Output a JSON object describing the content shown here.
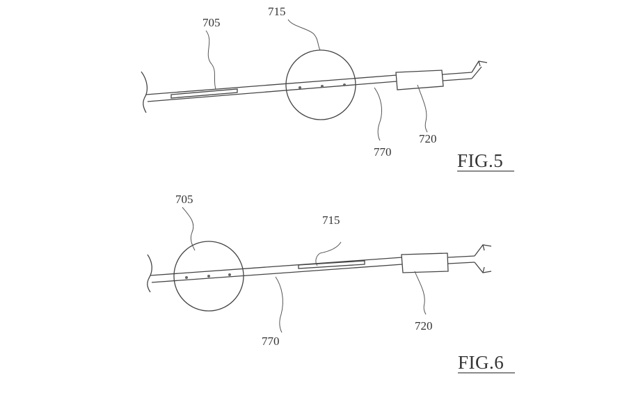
{
  "figures": [
    {
      "id": "fig5",
      "label": "FIG.5",
      "refs": {
        "a": "705",
        "b": "715",
        "c": "720",
        "d": "770"
      }
    },
    {
      "id": "fig6",
      "label": "FIG.6",
      "refs": {
        "a": "705",
        "b": "715",
        "c": "720",
        "d": "770"
      }
    }
  ],
  "colors": {
    "ink": "#444444",
    "paper": "#ffffff"
  }
}
